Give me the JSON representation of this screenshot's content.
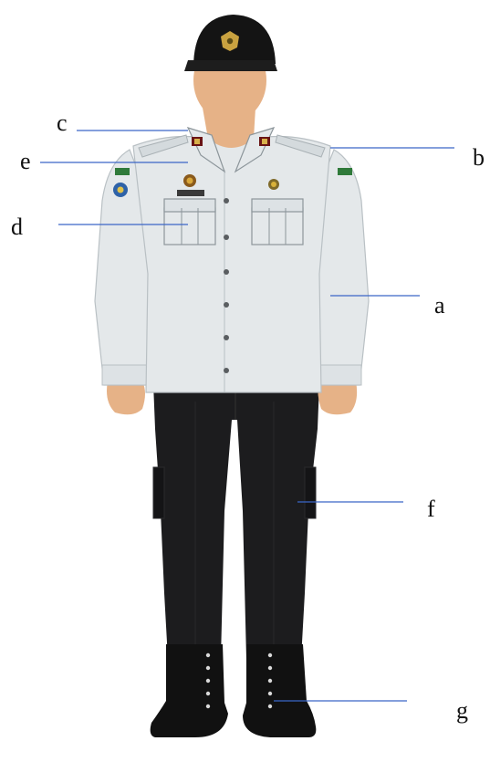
{
  "figure": {
    "subject": "uniformed-officer-illustration",
    "colors": {
      "shirt": "#e4e8ea",
      "shirt_shadow": "#c9cfd2",
      "trousers": "#1c1c1e",
      "boots": "#111111",
      "cap": "#141414",
      "skin": "#e6b287",
      "callout_line": "#3a66c8",
      "label_text": "#111111"
    },
    "icons": [
      "cap-badge-icon",
      "rank-insignia-icon",
      "shoulder-patch-icon",
      "name-tag-icon",
      "medal-icon"
    ]
  },
  "callouts": {
    "a": "a",
    "b": "b",
    "c": "c",
    "d": "d",
    "e": "e",
    "f": "f",
    "g": "g"
  }
}
